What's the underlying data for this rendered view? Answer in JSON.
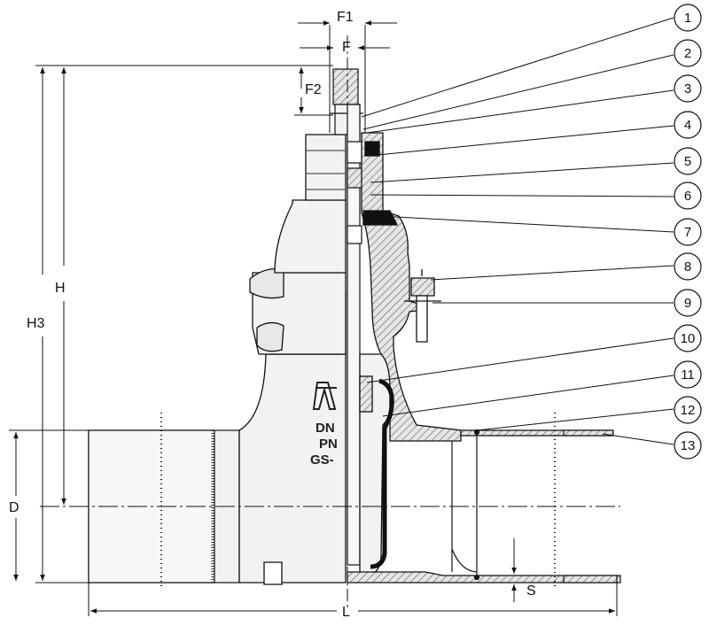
{
  "dimensions": {
    "F1": "F1",
    "F": "F",
    "F2": "F2",
    "H": "H",
    "H3": "H3",
    "D": "D",
    "L": "L",
    "S": "S"
  },
  "casting_marks": {
    "dn": "DN",
    "pn": "PN",
    "gs": "GS-"
  },
  "callouts": [
    "1",
    "2",
    "3",
    "4",
    "5",
    "6",
    "7",
    "8",
    "9",
    "10",
    "11",
    "12",
    "13"
  ],
  "colors": {
    "line": "#111111",
    "hatch": "#777777",
    "body_fill": "#f2f2f2",
    "seal_fill": "#111111"
  }
}
